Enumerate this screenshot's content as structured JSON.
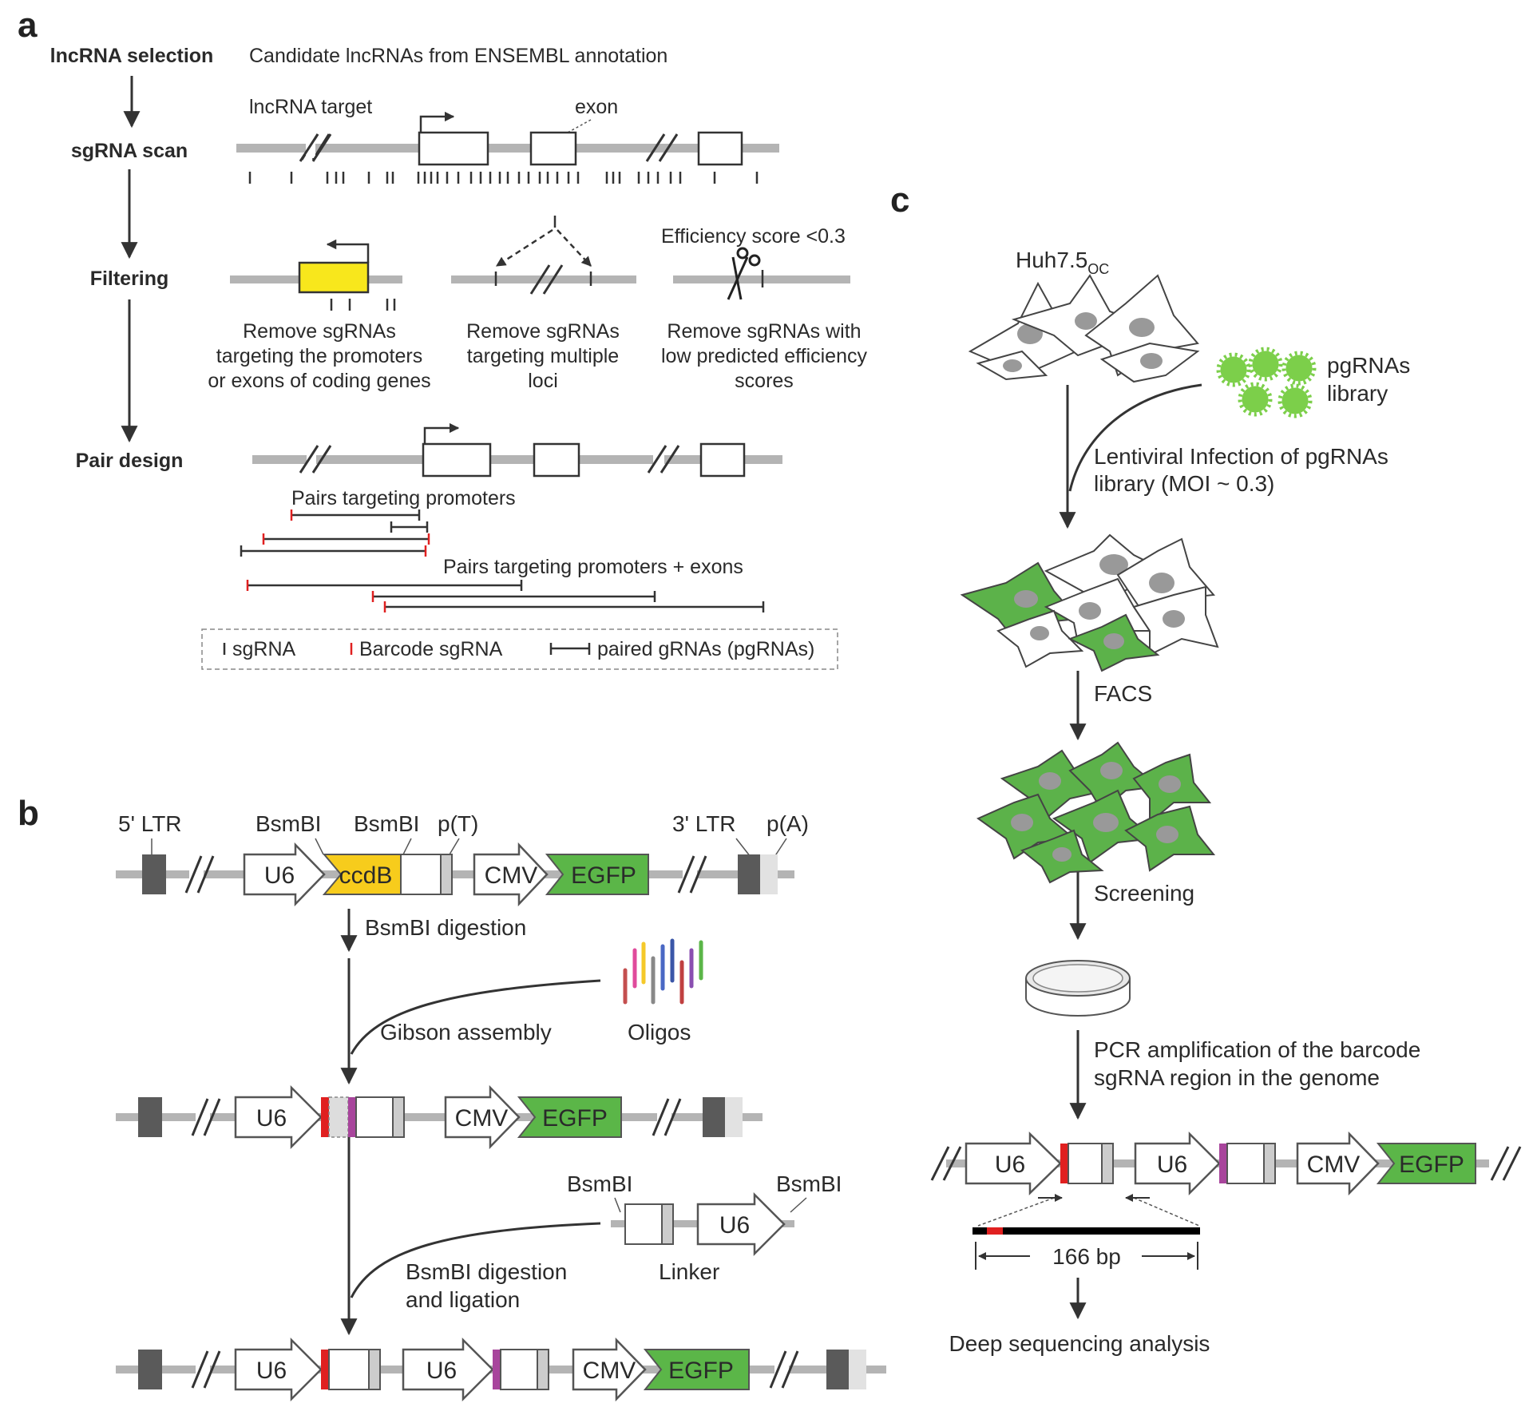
{
  "colors": {
    "backbone": "#b4b4b4",
    "yellow_box": "#f8e71c",
    "codb_box": "#f7cc1c",
    "egfp_green": "#5bb648",
    "cell_green": "#5cb24a",
    "ltr_gray": "#5a5a5a",
    "barcode_red": "#e02020",
    "magenta": "#a8459c",
    "virus_green": "#7ccf4a"
  },
  "panel_a": {
    "label": "a",
    "steps": [
      "lncRNA selection",
      "sgRNA scan",
      "Filtering",
      "Pair design"
    ],
    "candidate_text": "Candidate lncRNAs from ENSEMBL annotation",
    "lncrna_target": "lncRNA target",
    "exon": "exon",
    "efficiency_label": "Efficiency score <0.3",
    "filter1": [
      "Remove sgRNAs",
      "targeting the promoters",
      "or exons of coding genes"
    ],
    "filter2": [
      "Remove sgRNAs",
      "targeting multiple",
      "loci"
    ],
    "filter3": [
      "Remove sgRNAs with",
      "low predicted efficiency",
      "scores"
    ],
    "pairs_promoters": "Pairs targeting promoters",
    "pairs_promoters_exons": "Pairs targeting promoters + exons",
    "legend": {
      "sgrna": "sgRNA",
      "barcode": "Barcode sgRNA",
      "paired": "paired gRNAs (pgRNAs)"
    }
  },
  "panel_b": {
    "label": "b",
    "ltr5": "5' LTR",
    "bsmbi": "BsmBI",
    "pt": "p(T)",
    "ltr3": "3' LTR",
    "pa": "p(A)",
    "u6": "U6",
    "codb": "ccdB",
    "cmv": "CMV",
    "egfp": "EGFP",
    "bsmbi_digestion": "BsmBI digestion",
    "gibson": "Gibson assembly",
    "oligos": "Oligos",
    "linker": "Linker",
    "digestion_ligation": [
      "BsmBI digestion",
      "and ligation"
    ]
  },
  "panel_c": {
    "label": "c",
    "cell_line": "Huh7.5",
    "cell_line_sub": "OC",
    "library": [
      "pgRNAs",
      "library"
    ],
    "infection": [
      "Lentiviral Infection of pgRNAs",
      "library (MOI ~ 0.3)"
    ],
    "facs": "FACS",
    "screening": "Screening",
    "pcr": [
      "PCR amplification of the barcode",
      "sgRNA region in the genome"
    ],
    "u6": "U6",
    "cmv": "CMV",
    "egfp": "EGFP",
    "amplicon": "166 bp",
    "deep_seq": "Deep sequencing analysis"
  }
}
